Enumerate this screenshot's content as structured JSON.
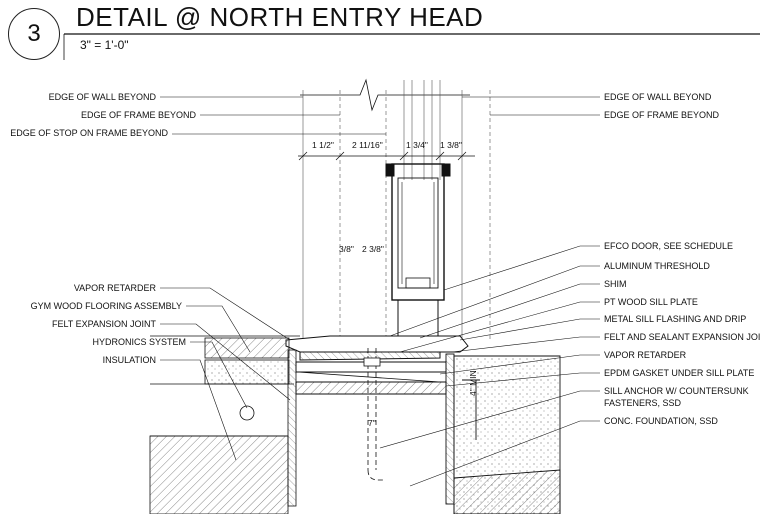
{
  "detail": {
    "number": "3",
    "title": "DETAIL @ NORTH ENTRY HEAD",
    "scale": "3\" = 1'-0\""
  },
  "left_labels": [
    "EDGE OF WALL BEYOND",
    "EDGE OF FRAME BEYOND",
    "EDGE OF STOP ON FRAME BEYOND",
    "VAPOR RETARDER",
    "GYM WOOD FLOORING ASSEMBLY",
    "FELT EXPANSION JOINT",
    "HYDRONICS SYSTEM",
    "INSULATION"
  ],
  "right_labels": [
    "EDGE OF WALL BEYOND",
    "EDGE OF FRAME BEYOND",
    "EFCO DOOR, SEE SCHEDULE",
    "ALUMINUM THRESHOLD",
    "SHIM",
    "PT WOOD SILL PLATE",
    "METAL SILL FLASHING AND DRIP",
    "FELT AND SEALANT EXPANSION JOINT",
    "VAPOR RETARDER",
    "EPDM GASKET UNDER SILL PLATE",
    "SILL ANCHOR W/ COUNTERSUNK",
    "FASTENERS, SSD",
    "CONC. FOUNDATION, SSD"
  ],
  "dimensions": {
    "d1": "1 1/2\"",
    "d2": "2 11/16\"",
    "d3": "1 3/4\"",
    "d4": "1 3/8\"",
    "d5": "3/8\"",
    "d6": "2 3/8\"",
    "d7": "4\" MIN",
    "d8": "7\""
  }
}
